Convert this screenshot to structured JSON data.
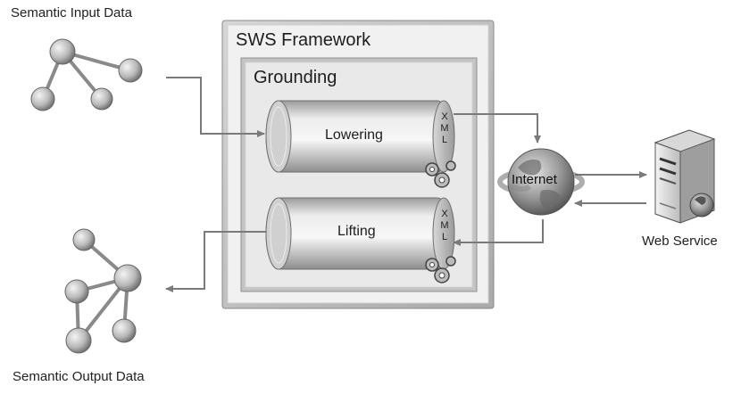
{
  "labels": {
    "semantic_input": "Semantic Input Data",
    "semantic_output": "Semantic Output Data",
    "framework": "SWS Framework",
    "grounding": "Grounding",
    "lowering": "Lowering",
    "lifting": "Lifting",
    "internet": "Internet",
    "web_service": "Web Service",
    "xml_letters": [
      "X",
      "M",
      "L"
    ]
  },
  "icons": {
    "input_graph": "node-graph-icon",
    "output_graph": "node-graph-icon",
    "internet": "globe-icon",
    "web_service": "server-icon",
    "gear": "gear-icon"
  },
  "colors": {
    "frame_fill": "#bdbdbd",
    "inner_fill": "#e8e8e8",
    "arrow": "#7a7a7a",
    "node": "#c4c4c4"
  }
}
